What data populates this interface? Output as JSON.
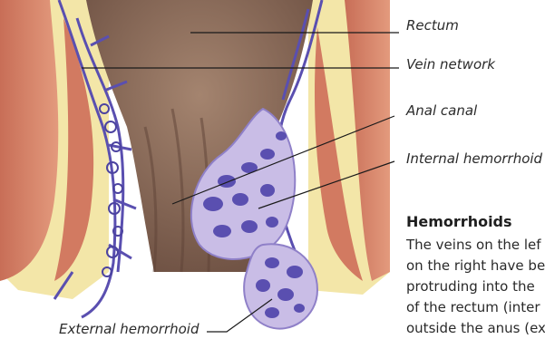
{
  "labels": {
    "rectum": "Rectum",
    "vein_network": "Vein network",
    "anal_canal": "Anal canal",
    "internal_hemorrhoid": "Internal hemorrhoid",
    "external_hemorrhoid": "External hemorrhoid"
  },
  "info": {
    "heading": "Hemorrhoids",
    "lines": [
      "The veins on the lef",
      "on the right have be",
      "protruding into the",
      "of the rectum (inter",
      "outside the anus (ex"
    ]
  },
  "colors": {
    "rectum_tissue": "#8a6a5a",
    "muscle": "#d98a70",
    "fat": "#f3e6a8",
    "vein": "#5a4fb0",
    "hemorrhoid": "#c9bde6"
  }
}
